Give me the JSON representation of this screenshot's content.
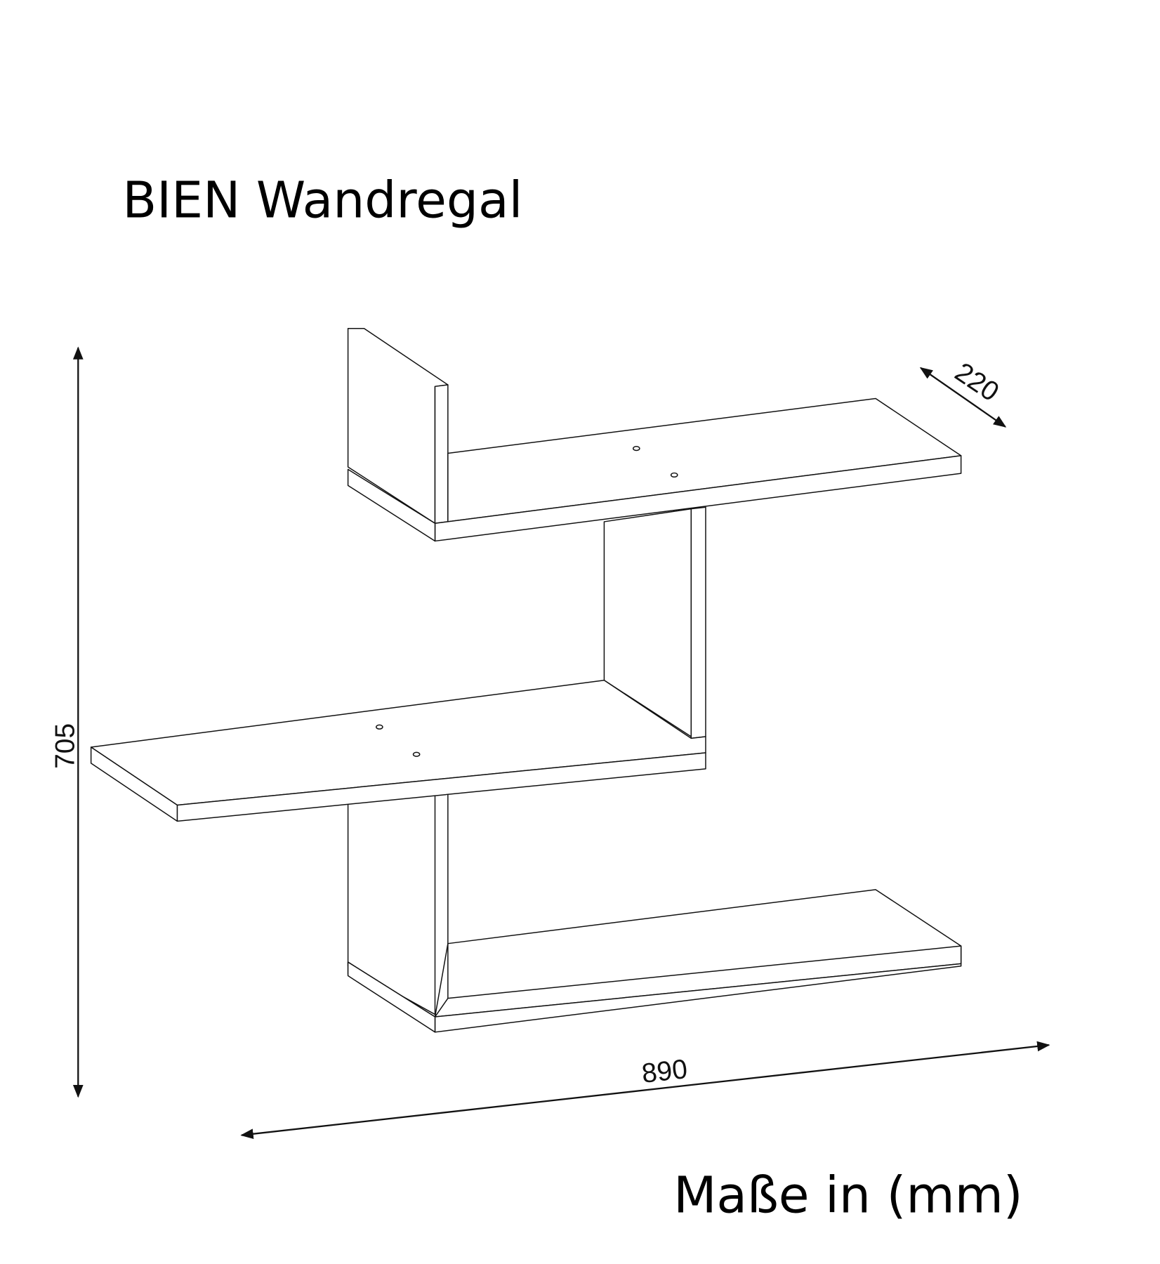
{
  "title": "BIEN Wandregal",
  "dimensions": {
    "height": "705",
    "width": "890",
    "depth": "220"
  },
  "units_note": "Maße in (mm)"
}
